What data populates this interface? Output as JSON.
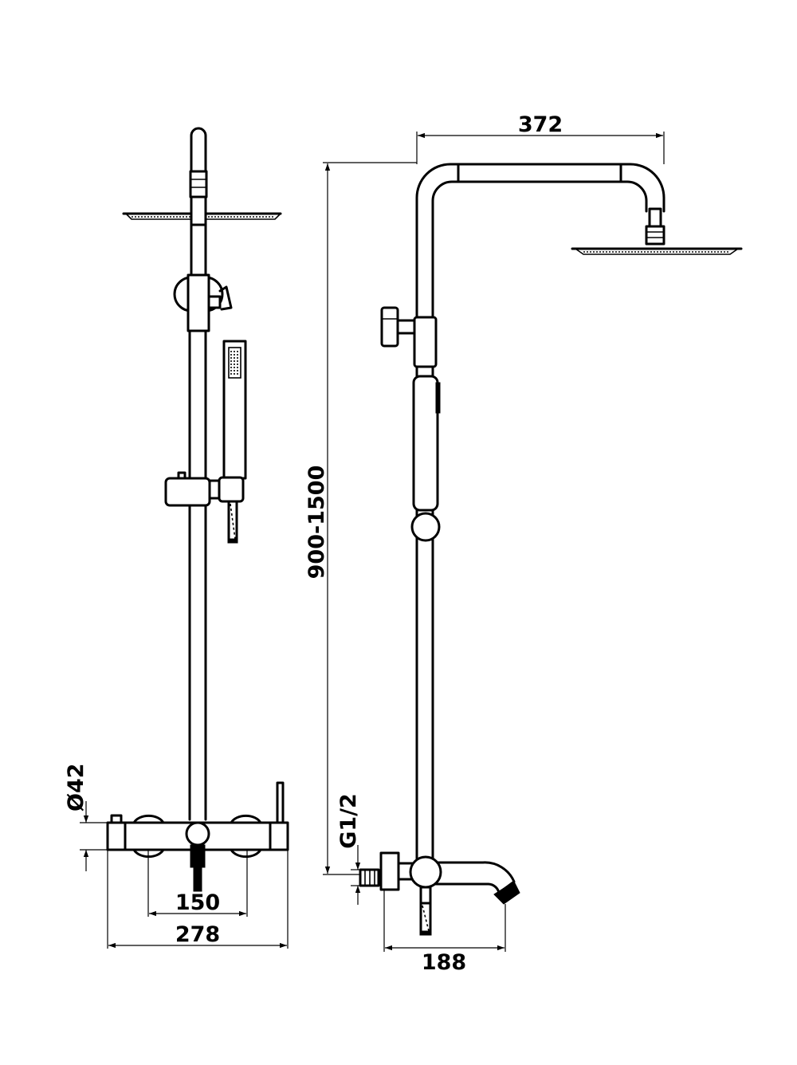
{
  "dimensions": {
    "pipe_diameter": "Ø42",
    "inlet_centers": "150",
    "front_width": "278",
    "arm_reach": "372",
    "height_range": "900-1500",
    "inlet_thread": "G1/2",
    "spout_projection": "188"
  },
  "colors": {
    "line": "#000000",
    "background": "#ffffff"
  }
}
